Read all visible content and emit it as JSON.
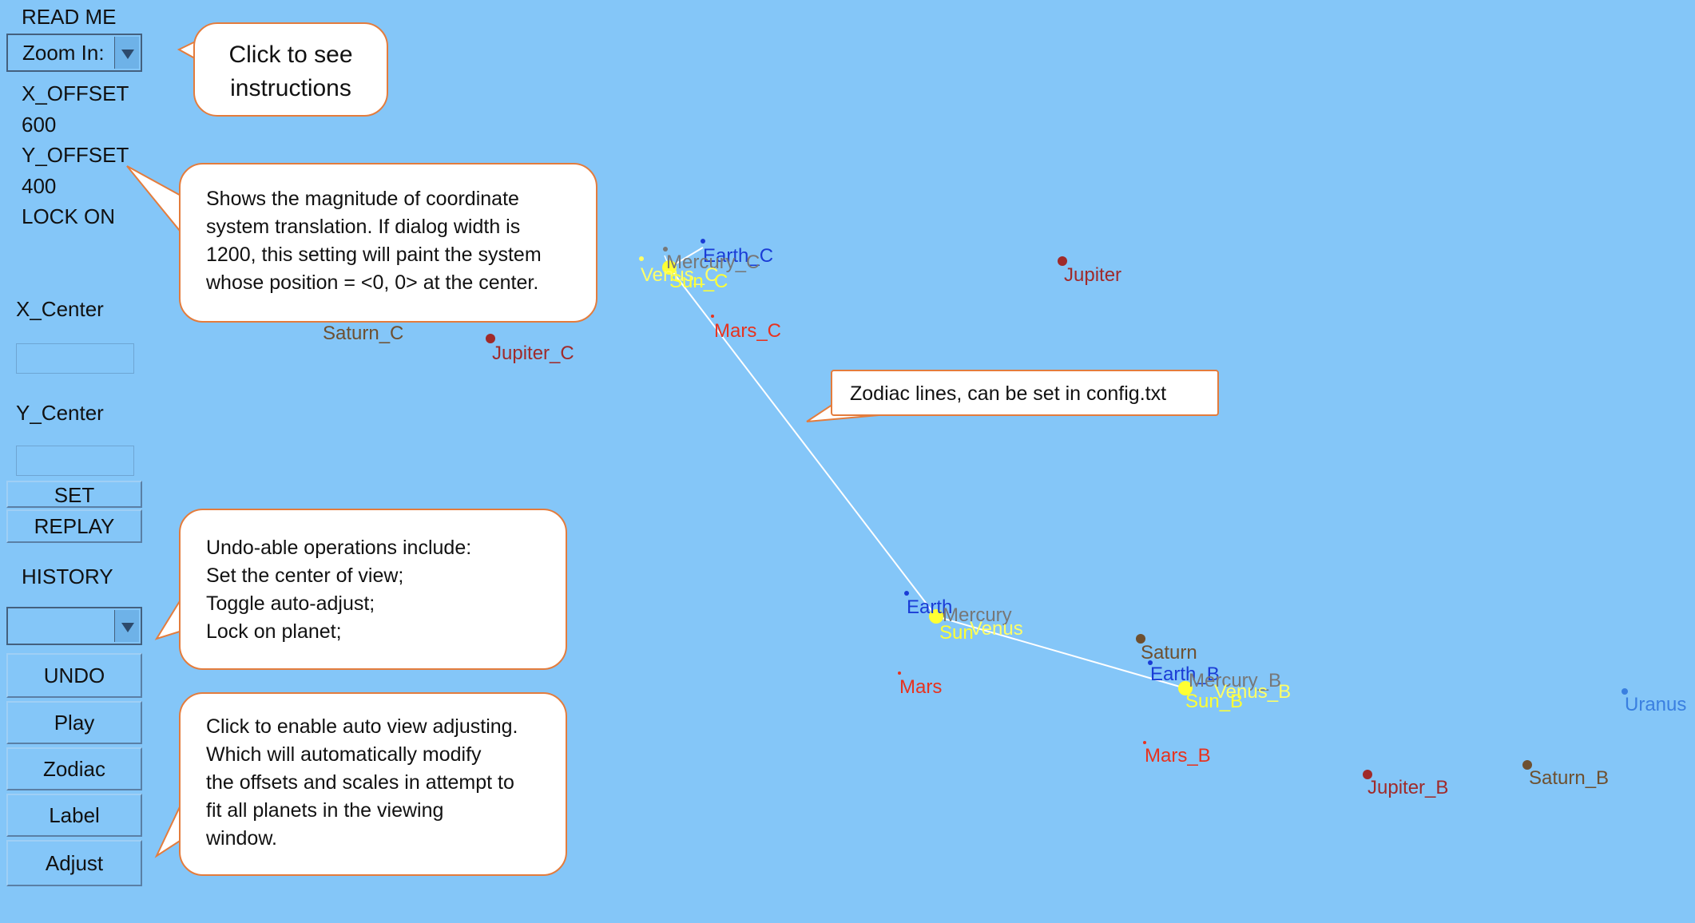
{
  "sidebar": {
    "read_me": "READ ME",
    "zoom_label": "Zoom In:",
    "x_offset_label": "X_OFFSET",
    "x_offset_value": "600",
    "y_offset_label": "Y_OFFSET",
    "y_offset_value": "400",
    "lock_status": "LOCK ON",
    "x_center_label": "X_Center",
    "x_center_value": "",
    "y_center_label": "Y_Center",
    "y_center_value": "",
    "set_button": "SET",
    "replay_button": "REPLAY",
    "history_label": "HISTORY",
    "history_value": "",
    "undo_button": "UNDO",
    "play_button": "Play",
    "zodiac_button": "Zodiac",
    "label_button": "Label",
    "adjust_button": "Adjust"
  },
  "callouts": {
    "instructions": [
      "Click to see",
      "instructions"
    ],
    "offset": [
      "Shows the magnitude of coordinate",
      "system translation. If dialog width is",
      "1200, this setting will paint the system",
      "whose position = <0, 0> at the center."
    ],
    "zodiac": "Zodiac lines, can be set in config.txt",
    "undo": [
      "Undo-able operations include:",
      "Set the center of view;",
      "Toggle auto-adjust;",
      "Lock on planet;"
    ],
    "adjust": [
      "Click to enable auto view adjusting.",
      "Which will automatically modify",
      "the offsets and scales in attempt to",
      "fit all planets in the viewing",
      "window."
    ]
  },
  "colors": {
    "background": "#84c6f8",
    "sun": "#ffff33",
    "venus": "#ffff66",
    "mercury": "#777777",
    "earth": "#1a3cd6",
    "mars": "#e8321e",
    "jupiter": "#a02a2a",
    "saturn": "#6e5030",
    "uranus": "#3a7fe0",
    "callout_border": "#e47c3c",
    "zodiac_line": "#ffffff"
  },
  "bodies": [
    {
      "name": "Earth_C",
      "color": "earth"
    },
    {
      "name": "Mercury_C",
      "color": "mercury"
    },
    {
      "name": "Venus_C",
      "color": "venus"
    },
    {
      "name": "Sun_C",
      "color": "sun"
    },
    {
      "name": "Mars_C",
      "color": "mars"
    },
    {
      "name": "Jupiter",
      "color": "jupiter"
    },
    {
      "name": "Saturn_C",
      "color": "saturn"
    },
    {
      "name": "Jupiter_C",
      "color": "jupiter"
    },
    {
      "name": "Earth",
      "color": "earth"
    },
    {
      "name": "Mercury",
      "color": "mercury"
    },
    {
      "name": "Venus",
      "color": "venus"
    },
    {
      "name": "Sun",
      "color": "sun"
    },
    {
      "name": "Mars",
      "color": "mars"
    },
    {
      "name": "Saturn",
      "color": "saturn"
    },
    {
      "name": "Earth_B",
      "color": "earth"
    },
    {
      "name": "Mercury_B",
      "color": "mercury"
    },
    {
      "name": "Venus_B",
      "color": "venus"
    },
    {
      "name": "Sun_B",
      "color": "sun"
    },
    {
      "name": "Mars_B",
      "color": "mars"
    },
    {
      "name": "Jupiter_B",
      "color": "jupiter"
    },
    {
      "name": "Saturn_B",
      "color": "saturn"
    },
    {
      "name": "Uranus",
      "color": "uranus"
    }
  ]
}
